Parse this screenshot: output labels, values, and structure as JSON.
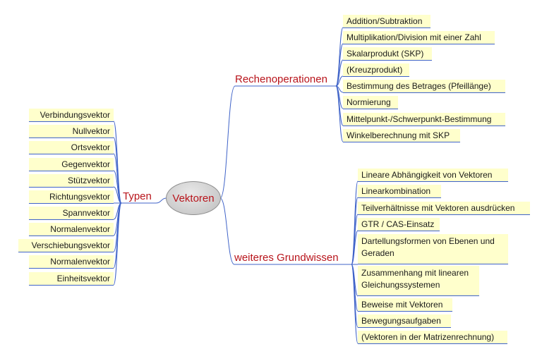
{
  "root": {
    "label": "Vektoren"
  },
  "branches": {
    "typen": "Typen",
    "rechenoperationen": "Rechenoperationen",
    "grundwissen": "weiteres Grundwissen"
  },
  "typen_items": [
    "Verbindungsvektor",
    "Nullvektor",
    "Ortsvektor",
    "Gegenvektor",
    "Stützvektor",
    "Richtungsvektor",
    "Spannvektor",
    "Normalenvektor",
    "Verschiebungsvektor",
    "Normalenvektor",
    "Einheitsvektor"
  ],
  "rechen_items": [
    "Addition/Subtraktion",
    "Multiplikation/Division mit einer Zahl",
    "Skalarprodukt (SKP)",
    "(Kreuzprodukt)",
    "Bestimmung des Betrages (Pfeillänge)",
    "Normierung",
    "Mittelpunkt-/Schwerpunkt-Bestimmung",
    "Winkelberechnung mit SKP"
  ],
  "grund_items": [
    "Lineare Abhängigkeit von Vektoren",
    "Linearkombination",
    "Teilverhältnisse mit Vektoren ausdrücken",
    "GTR / CAS-Einsatz",
    "Dartellungsformen von Ebenen und Geraden",
    "Zusammenhang mit linearen Gleichungssystemen",
    "Beweise mit Vektoren",
    "Bewegungsaufgaben",
    "(Vektoren in der Matrizenrechnung)"
  ],
  "colors": {
    "connector": "#3f63c8",
    "branch_text": "#b8141b",
    "leaf_fill": "#ffffcc",
    "root_fill": "#cfcfcf"
  }
}
